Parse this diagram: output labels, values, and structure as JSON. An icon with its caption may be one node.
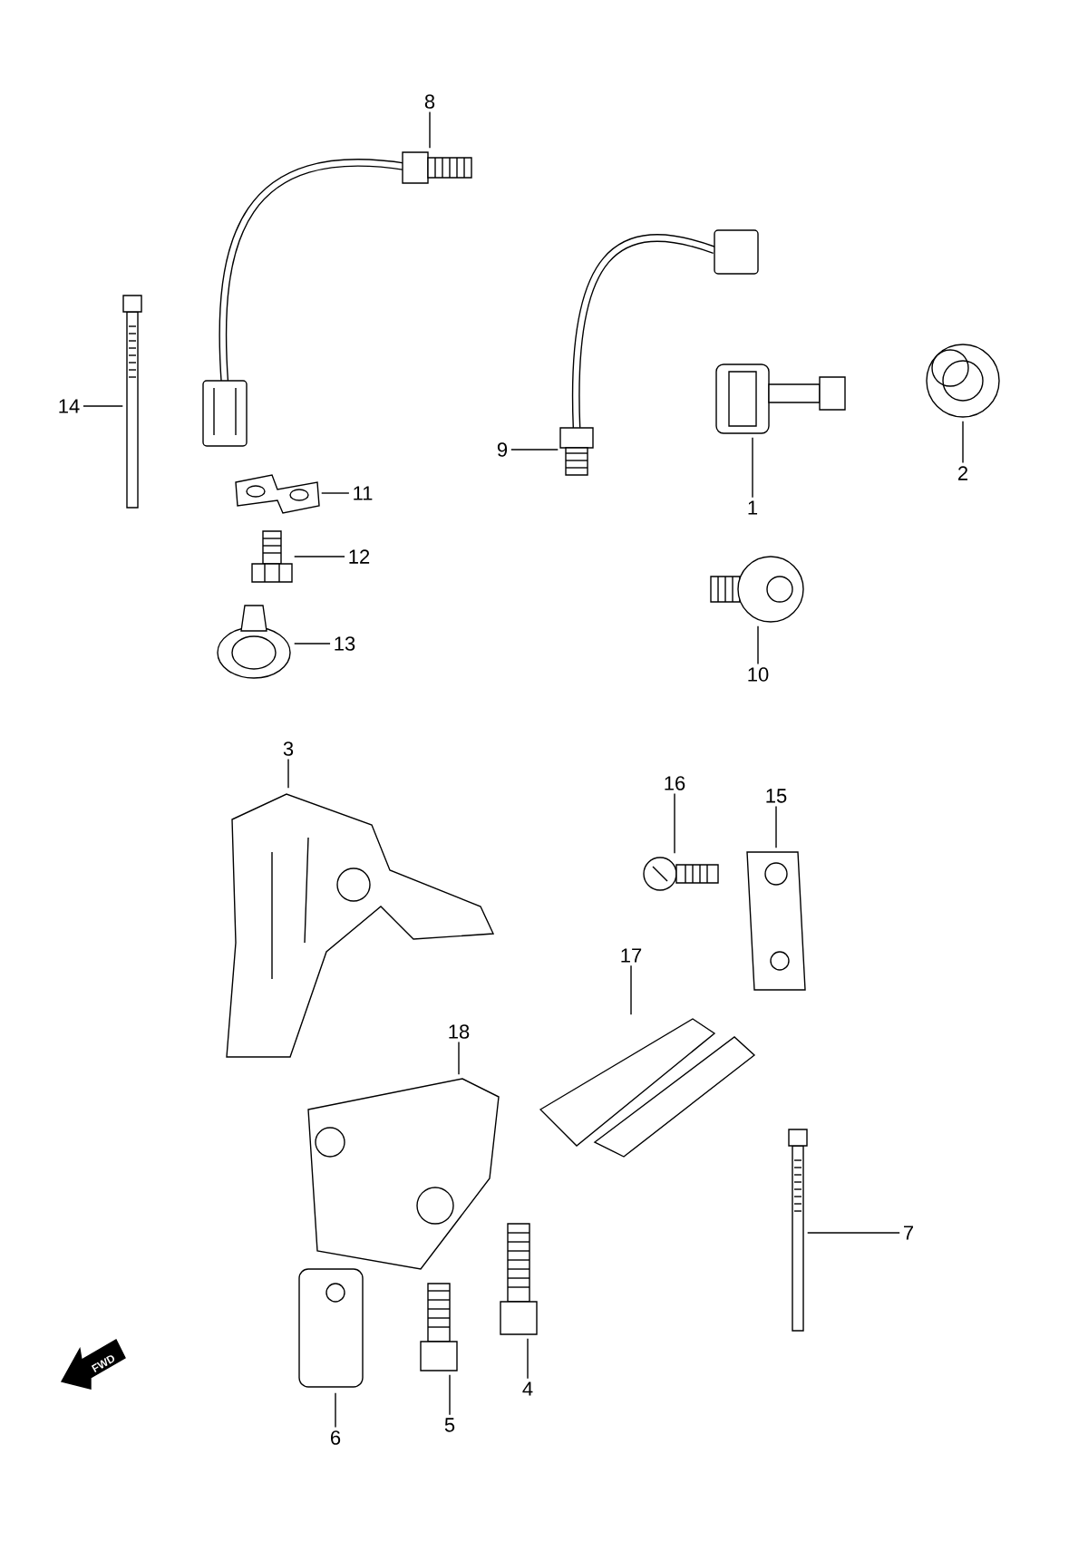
{
  "diagram": {
    "nodes": [
      {
        "text": [
          "8"
        ]
      },
      {
        "text": [
          "14"
        ]
      },
      {
        "text": [
          "9"
        ]
      },
      {
        "text": [
          "2"
        ]
      },
      {
        "text": [
          "11"
        ]
      },
      {
        "text": [
          "1"
        ]
      },
      {
        "text": [
          "12"
        ]
      },
      {
        "text": [
          "13"
        ]
      },
      {
        "text": [
          "10"
        ]
      },
      {
        "text": [
          "3"
        ]
      },
      {
        "text": [
          "16"
        ]
      },
      {
        "text": [
          "15"
        ]
      },
      {
        "text": [
          "17"
        ]
      },
      {
        "text": [
          "18"
        ]
      },
      {
        "text": [
          "7"
        ]
      },
      {
        "text": [
          "4"
        ]
      },
      {
        "text": [
          "5"
        ]
      },
      {
        "text": [
          "6"
        ]
      },
      {
        "text": [],
        "shape": "picture"
      },
      {
        "text": [],
        "shape": "picture"
      },
      {
        "text": [],
        "shape": "picture"
      },
      {
        "text": [],
        "shape": "picture"
      },
      {
        "text": [],
        "shape": "picture"
      },
      {
        "text": [],
        "shape": "picture"
      },
      {
        "text": [],
        "shape": "picture"
      },
      {
        "text": [],
        "shape": "picture"
      },
      {
        "text": [],
        "shape": "picture"
      },
      {
        "text": [],
        "shape": "picture"
      },
      {
        "text": [],
        "shape": "picture"
      },
      {
        "text": [],
        "shape": "picture"
      },
      {
        "text": [],
        "shape": "picture"
      },
      {
        "text": [],
        "shape": "picture"
      },
      {
        "text": [],
        "shape": "picture"
      },
      {
        "text": [],
        "shape": "picture"
      },
      {
        "text": [],
        "shape": "picture"
      },
      {
        "text": [],
        "shape": "picture"
      }
    ],
    "edges": [
      {
        "from": 0,
        "to": 18,
        "arrow": "none"
      },
      {
        "from": 1,
        "to": 19,
        "arrow": "none"
      },
      {
        "from": 2,
        "to": 20,
        "arrow": "none"
      },
      {
        "from": 3,
        "to": 21,
        "arrow": "none"
      },
      {
        "from": 4,
        "to": 22,
        "arrow": "none"
      },
      {
        "from": 5,
        "to": 23,
        "arrow": "none"
      },
      {
        "from": 6,
        "to": 24,
        "arrow": "none"
      },
      {
        "from": 7,
        "to": 25,
        "arrow": "none"
      },
      {
        "from": 8,
        "to": 26,
        "arrow": "none"
      },
      {
        "from": 9,
        "to": 27,
        "arrow": "none"
      },
      {
        "from": 10,
        "to": 28,
        "arrow": "none"
      },
      {
        "from": 11,
        "to": 29,
        "arrow": "none"
      },
      {
        "from": 12,
        "to": 30,
        "arrow": "none"
      },
      {
        "from": 13,
        "to": 31,
        "arrow": "none"
      },
      {
        "from": 14,
        "to": 32,
        "arrow": "none"
      },
      {
        "from": 15,
        "to": 33,
        "arrow": "none"
      },
      {
        "from": 16,
        "to": 34,
        "arrow": "none"
      },
      {
        "from": 17,
        "to": 35,
        "arrow": "none"
      }
    ],
    "labels": [
      "FWD"
    ]
  }
}
